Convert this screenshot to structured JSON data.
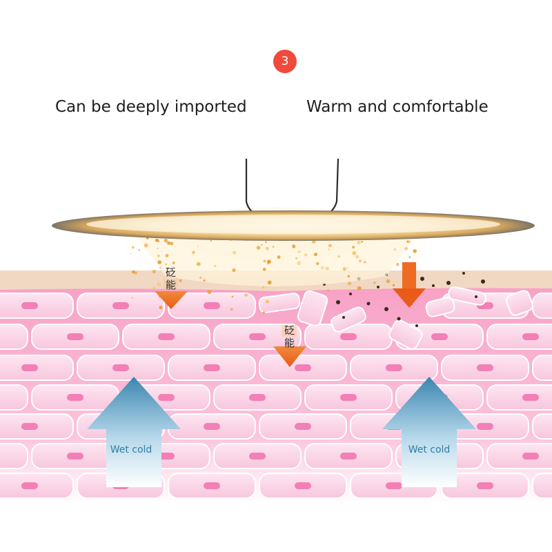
{
  "step": {
    "number": "3",
    "color": "#ef4a3c"
  },
  "captions": {
    "left": "Can be deeply imported",
    "right": "Warm and comfortable"
  },
  "labels": {
    "energy_top": [
      "砭",
      "能"
    ],
    "energy_mid": [
      "砭",
      "能"
    ],
    "wet_cold_left": "Wet cold",
    "wet_cold_right": "Wet cold"
  },
  "colors": {
    "heat_arrow": "#f07a28",
    "cold_arrow": "#3d8ab3",
    "skin": "#f7a9cc",
    "surface": "#efdcc4"
  }
}
